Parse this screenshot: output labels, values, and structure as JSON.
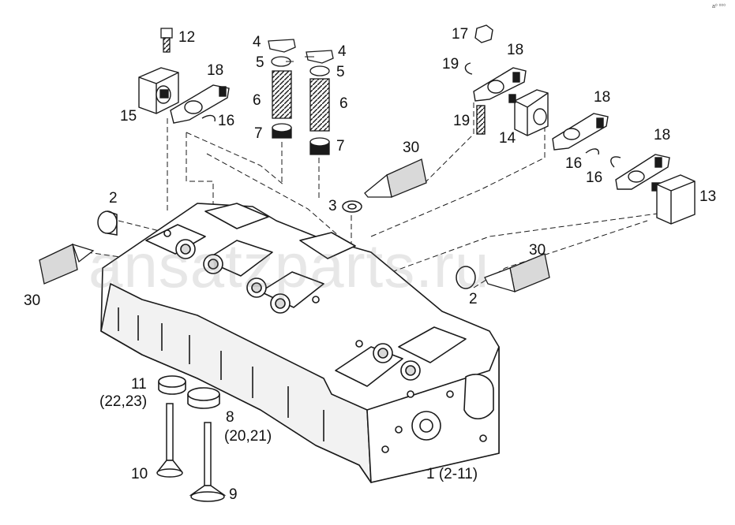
{
  "watermark": "ansatzparts.ru",
  "corner_mark": "a⁰ ⁰⁰⁰",
  "callouts": {
    "c12": "12",
    "c4a": "4",
    "c5a": "5",
    "c6a": "6",
    "c7a": "7",
    "c4b": "4",
    "c5b": "5",
    "c6b": "6",
    "c7b": "7",
    "c18a": "18",
    "c15": "15",
    "c16a": "16",
    "c17": "17",
    "c18b": "18",
    "c19a": "19",
    "c19b": "19",
    "c14": "14",
    "c18c": "18",
    "c16b": "16",
    "c16c": "16",
    "c18d": "18",
    "c13": "13",
    "c30a": "30",
    "c3": "3",
    "c2a": "2",
    "c30b": "30",
    "c30c": "30",
    "c2b": "2",
    "c11": "11",
    "c11sub": "(22,23)",
    "c8": "8",
    "c8sub": "(20,21)",
    "c10": "10",
    "c9": "9",
    "c1": "1  (2-11)"
  },
  "colors": {
    "line": "#1a1a1a",
    "fill": "#ffffff",
    "shade": "#d9d9d9",
    "watermark": "#787878"
  }
}
